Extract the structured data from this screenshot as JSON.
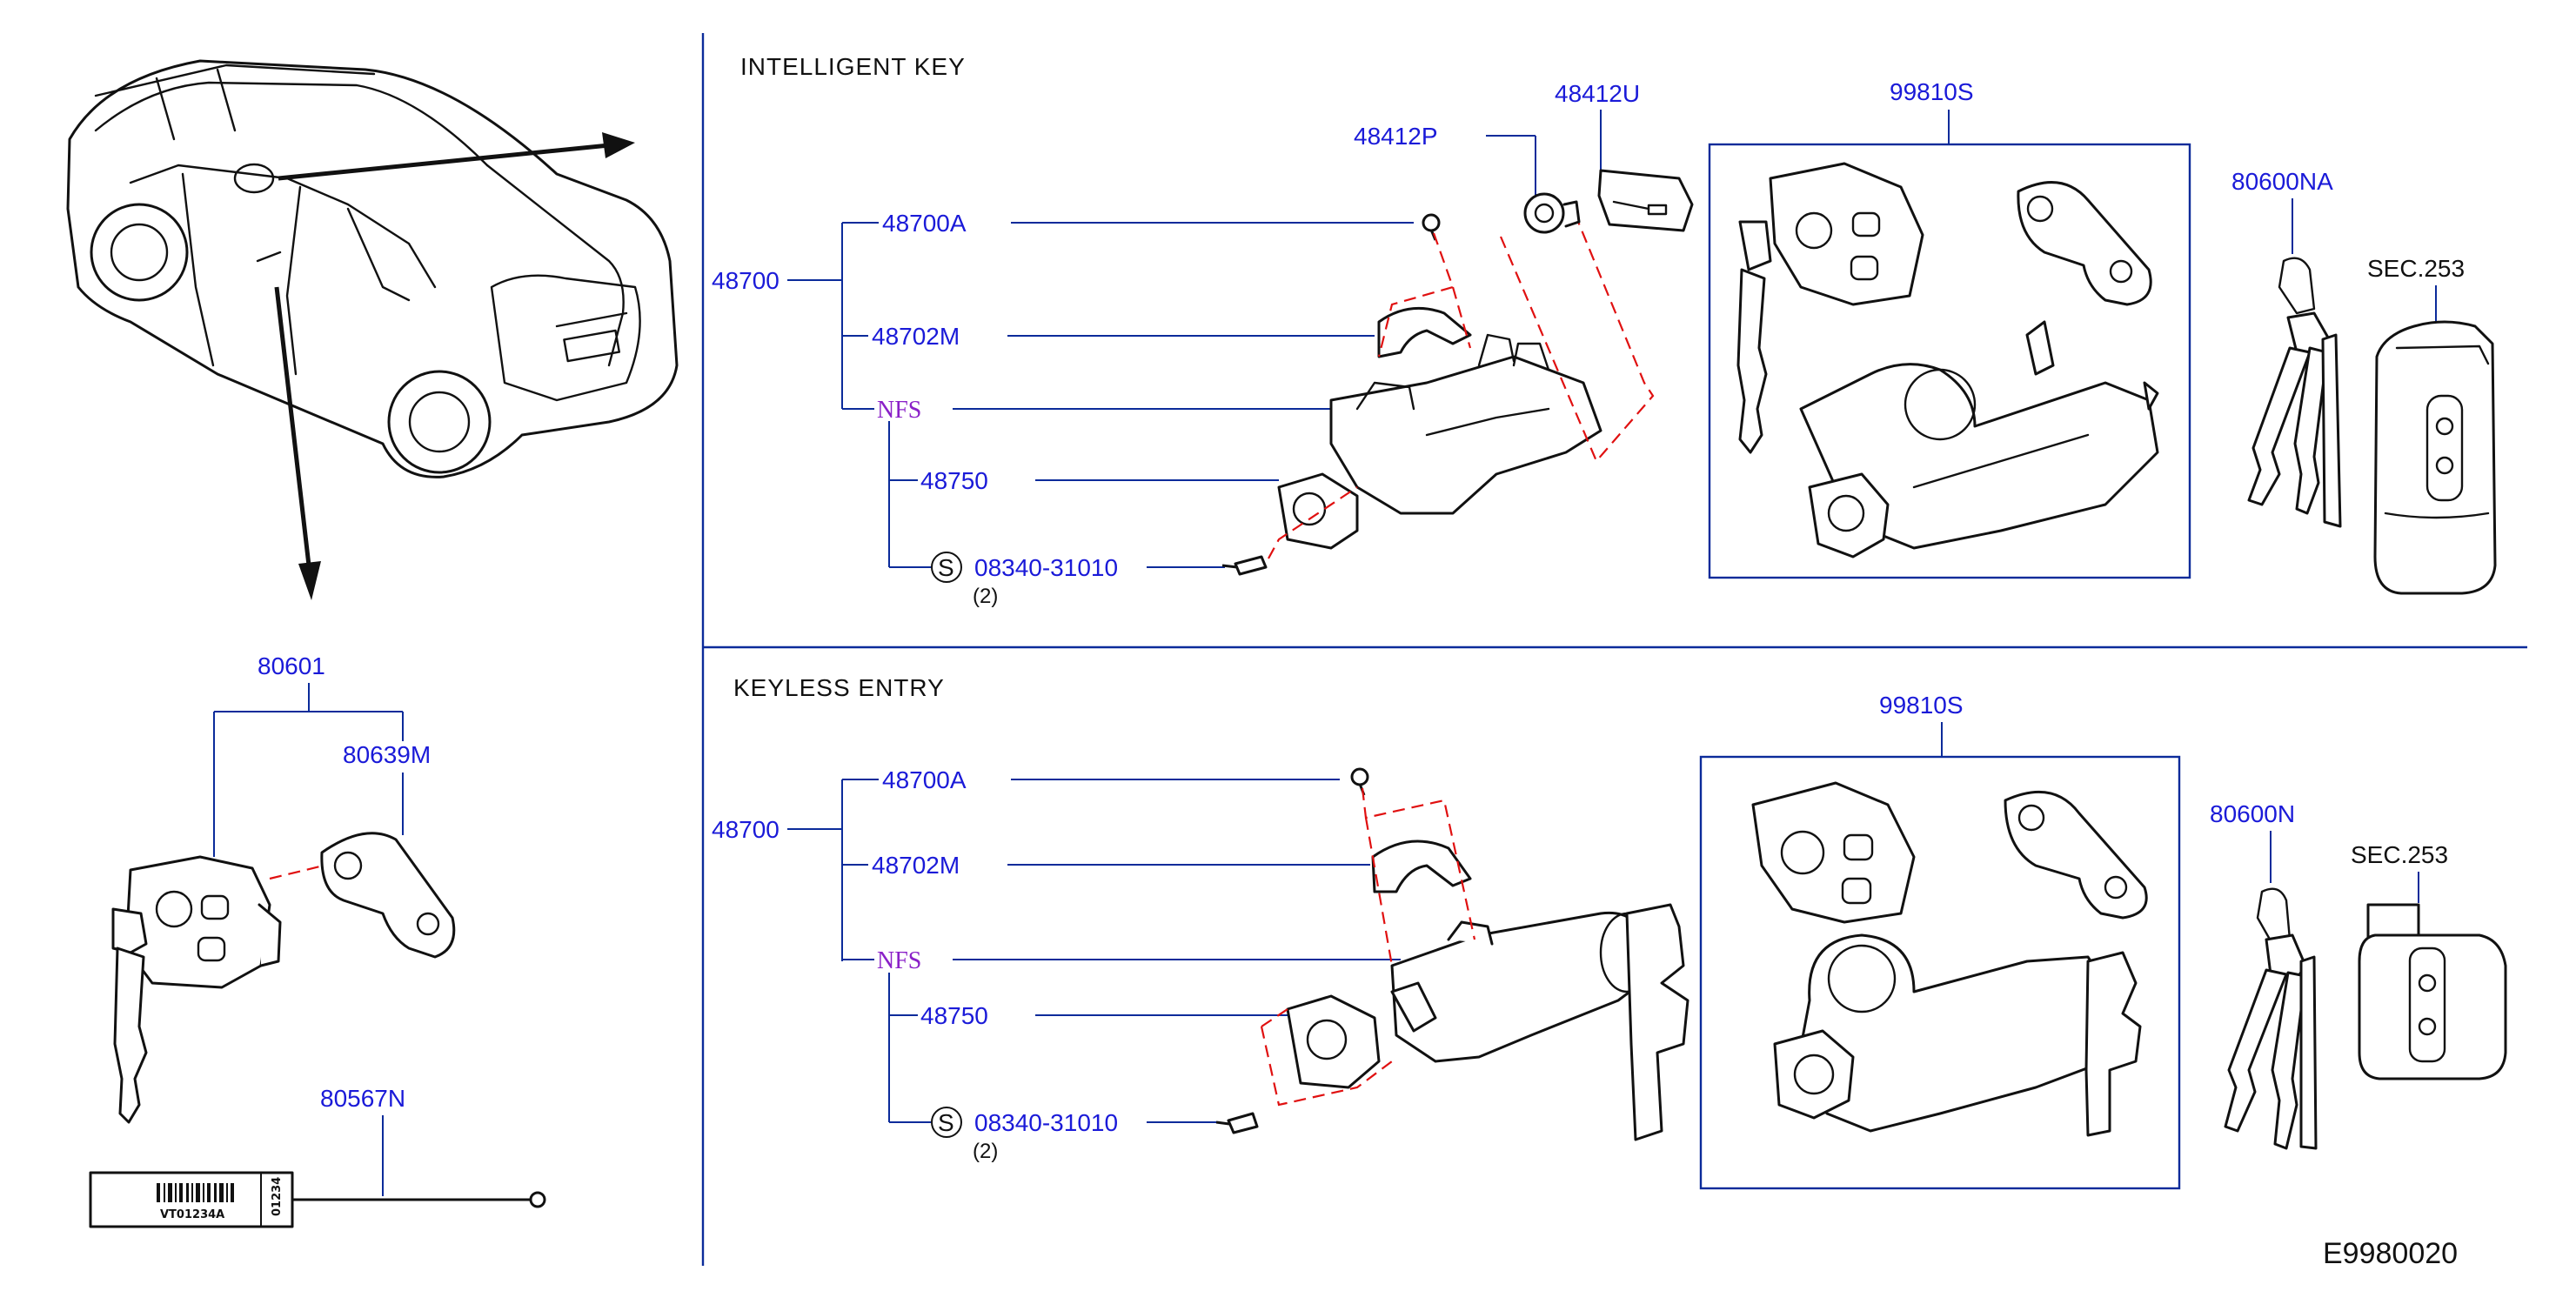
{
  "sections": {
    "intelligent_key": "INTELLIGENT   KEY",
    "keyless_entry": "KEYLESS   ENTRY"
  },
  "intelligent": {
    "p48700": "48700",
    "p48700A": "48700A",
    "p48702M": "48702M",
    "nfs": "NFS",
    "p48750": "48750",
    "s_mark": "S",
    "p08340": "08340-31010",
    "qty": "(2)",
    "p48412P": "48412P",
    "p48412U": "48412U",
    "p99810S": "99810S",
    "p80600NA": "80600NA",
    "sec": "SEC.253"
  },
  "keyless": {
    "p48700": "48700",
    "p48700A": "48700A",
    "p48702M": "48702M",
    "nfs": "NFS",
    "p48750": "48750",
    "s_mark": "S",
    "p08340": "08340-31010",
    "qty": "(2)",
    "p99810S": "99810S",
    "p80600N": "80600N",
    "sec": "SEC.253"
  },
  "left": {
    "p80601": "80601",
    "p80639M": "80639M",
    "p80567N": "80567N",
    "tag_barcode_text": "VT01234A",
    "tag_side_text": "01234"
  },
  "reference": "E9980020",
  "colors": {
    "part_number": "#1a1ad8",
    "nfs": "#8a20c8",
    "leader": "#0b2b9a",
    "dashed": "#e01010",
    "ink": "#111111"
  }
}
